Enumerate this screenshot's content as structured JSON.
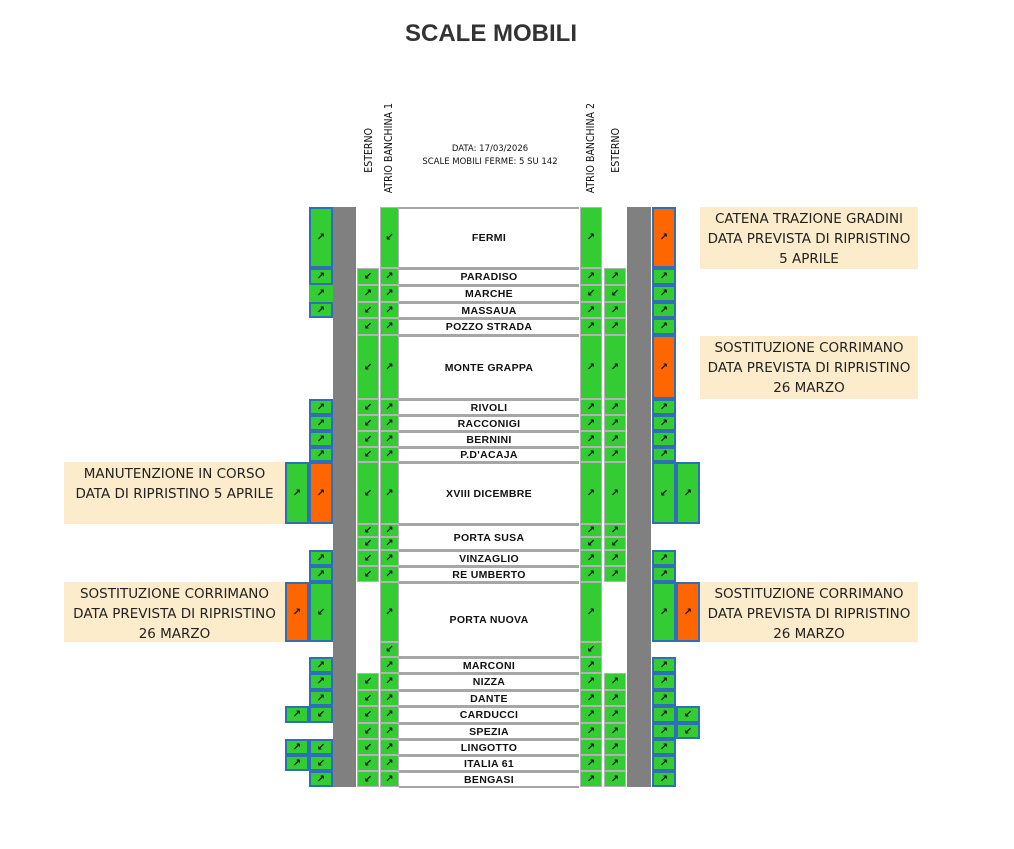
{
  "title": "SCALE MOBILI",
  "header": {
    "col_labels": {
      "left_esterno": "ESTERNO",
      "atrio_banchina_1": "ATRIO BANCHINA 1",
      "atrio_banchina_2": "ATRIO BANCHINA 2",
      "right_esterno": "ESTERNO"
    },
    "date_line": "DATA: 17/03/2026",
    "status_line": "SCALE MOBILI FERME: 5  SU 142"
  },
  "legend_colors": {
    "working": "#33cc33",
    "stopped": "#ff6600",
    "note_bg": "#fdeccb",
    "structure": "#808080"
  },
  "arrow_glyphs": {
    "up": "↗",
    "down": "↙"
  },
  "stations": [
    {
      "name": "FERMI"
    },
    {
      "name": "PARADISO"
    },
    {
      "name": "MARCHE"
    },
    {
      "name": "MASSAUA"
    },
    {
      "name": "POZZO STRADA"
    },
    {
      "name": "MONTE GRAPPA"
    },
    {
      "name": "RIVOLI"
    },
    {
      "name": "RACCONIGI"
    },
    {
      "name": "BERNINI"
    },
    {
      "name": "P.D'ACAJA"
    },
    {
      "name": "XVIII DICEMBRE"
    },
    {
      "name": "PORTA SUSA"
    },
    {
      "name": "VINZAGLIO"
    },
    {
      "name": "RE UMBERTO"
    },
    {
      "name": "PORTA NUOVA"
    },
    {
      "name": "MARCONI"
    },
    {
      "name": "NIZZA"
    },
    {
      "name": "DANTE"
    },
    {
      "name": "CARDUCCI"
    },
    {
      "name": "SPEZIA"
    },
    {
      "name": "LINGOTTO"
    },
    {
      "name": "ITALIA 61"
    },
    {
      "name": "BENGASI"
    }
  ],
  "escalators": [
    {
      "station": "FERMI",
      "side": "left-esterno",
      "dir": "up",
      "status": "working"
    },
    {
      "station": "FERMI",
      "side": "atrio-1",
      "dir": "down",
      "status": "working"
    },
    {
      "station": "FERMI",
      "side": "atrio-2",
      "dir": "up",
      "status": "working"
    },
    {
      "station": "FERMI",
      "side": "right-esterno",
      "dir": "up",
      "status": "stopped"
    },
    {
      "station": "MONTE GRAPPA",
      "side": "right-esterno",
      "dir": "up",
      "status": "stopped"
    },
    {
      "station": "XVIII DICEMBRE",
      "side": "left-esterno",
      "dir": "up",
      "status": "stopped"
    },
    {
      "station": "PORTA NUOVA",
      "side": "left-esterno",
      "dir": "up",
      "status": "stopped"
    },
    {
      "station": "PORTA NUOVA",
      "side": "right-esterno",
      "dir": "up",
      "status": "stopped"
    }
  ],
  "notes": [
    {
      "id": "fermi",
      "lines": [
        "CATENA TRAZIONE GRADINI",
        "DATA PREVISTA DI RIPRISTINO",
        "5 APRILE"
      ]
    },
    {
      "id": "monte-grappa",
      "lines": [
        "SOSTITUZIONE CORRIMANO",
        "DATA PREVISTA DI RIPRISTINO",
        "26 MARZO"
      ]
    },
    {
      "id": "xviii-dicembre",
      "lines": [
        "MANUTENZIONE IN CORSO",
        "DATA DI RIPRISTINO 5 APRILE"
      ]
    },
    {
      "id": "porta-nuova-left",
      "lines": [
        "SOSTITUZIONE CORRIMANO",
        "DATA PREVISTA DI RIPRISTINO",
        "26 MARZO"
      ]
    },
    {
      "id": "porta-nuova-right",
      "lines": [
        "SOSTITUZIONE CORRIMANO",
        "DATA PREVISTA DI RIPRISTINO",
        "26 MARZO"
      ]
    }
  ]
}
